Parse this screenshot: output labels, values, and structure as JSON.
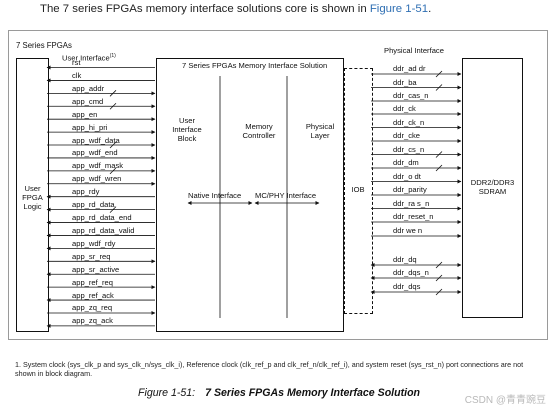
{
  "intro": {
    "text": "The 7 series FPGAs memory interface solutions core is shown in ",
    "link": "Figure 1-51",
    "end": "."
  },
  "diagram": {
    "outer_title": "7 Series FPGAs",
    "user_interface_label": "User Interface",
    "footnote_marker": "(1)",
    "user_logic_label": "User\nFPGA\nLogic",
    "solution_title": "7 Series FPGAs Memory Interface Solution",
    "uib_label": "User\nInterface\nBlock",
    "memctl_label": "Memory\nController",
    "phy_label": "Physical\nLayer",
    "native_label": "Native Interface",
    "mcphy_label": "MC/PHY Interface",
    "iob_label": "IOB",
    "physical_interface_label": "Physical Interface",
    "dram_label": "DDR2/DDR3\nSDRAM",
    "user_signals": [
      "rst",
      "clk",
      "app_addr",
      "app_cmd",
      "app_en",
      "app_hi_pri",
      "app_wdf_data",
      "app_wdf_end",
      "app_wdf_mask",
      "app_wdf_wren",
      "app_rdy",
      "app_rd_data",
      "app_rd_data_end",
      "app_rd_data_valid",
      "app_wdf_rdy",
      "app_sr_req",
      "app_sr_active",
      "app_ref_req",
      "app_ref_ack",
      "app_zq_req",
      "app_zq_ack"
    ],
    "phys_signals": [
      "ddr_ad dr",
      "ddr_ba",
      "ddr_cas_n",
      "ddr_ck",
      "ddr_ck_n",
      "ddr_cke",
      "ddr_cs_n",
      "ddr_dm",
      "ddr_o dt",
      "ddr_parity",
      "ddr_ra s_n",
      "ddr_reset_n",
      "ddr we n",
      "ddr_dq",
      "ddr_dqs_n",
      "ddr_dqs"
    ]
  },
  "footnote": "1. System clock (sys_clk_p and sys_clk_n/sys_clk_i), Reference clock (clk_ref_p and clk_ref_n/clk_ref_i), and system reset (sys_rst_n) port connections are not shown in block diagram.",
  "figure_caption": {
    "number": "Figure 1-51:",
    "title": "7 Series FPGAs Memory Interface Solution"
  },
  "watermark": "CSDN @青青豌豆"
}
